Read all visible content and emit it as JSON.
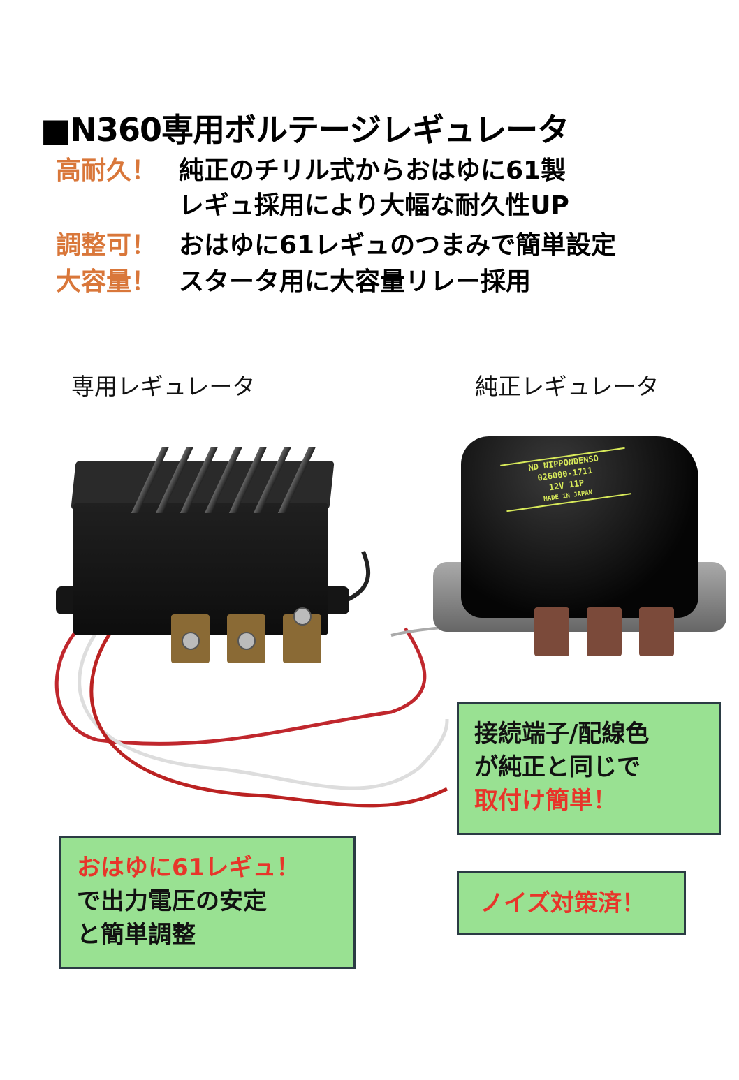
{
  "title": "■N360専用ボルテージレギュレータ",
  "features": [
    {
      "label": "高耐久！",
      "lines": [
        "純正のチリル式からおはゆに61製",
        "レギュ採用により大幅な耐久性UP"
      ]
    },
    {
      "label": "調整可！",
      "lines": [
        "おはゆに61レギュのつまみで簡単設定"
      ]
    },
    {
      "label": "大容量！",
      "lines": [
        "スタータ用に大容量リレー採用"
      ]
    }
  ],
  "captions": {
    "custom": "専用レギュレータ",
    "oem": "純正レギュレータ"
  },
  "oem_label": {
    "brand": "ND NIPPONDENSO",
    "part": "026000-1711",
    "spec": "12V    11P",
    "origin": "MADE IN JAPAN"
  },
  "callouts": {
    "wiring": {
      "line1": "接続端子/配線色",
      "line2": "が純正と同じで",
      "highlight": "取付け簡単！"
    },
    "regulator": {
      "highlight": "おはゆに61レギュ！",
      "line1": "で出力電圧の安定",
      "line2": "と簡単調整"
    },
    "noise": {
      "highlight": "ノイズ対策済！"
    }
  },
  "colors": {
    "accent_orange": "#d9773a",
    "callout_green": "#99e192",
    "highlight_red": "#e8352a"
  }
}
